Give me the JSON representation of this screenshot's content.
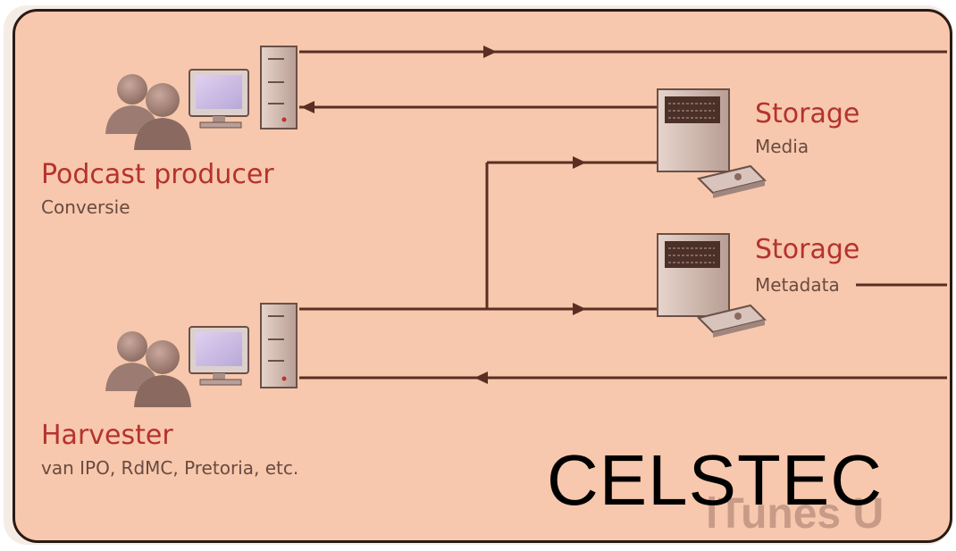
{
  "nodes": {
    "podcast_producer": {
      "title": "Podcast producer",
      "subtitle": "Conversie"
    },
    "harvester": {
      "title": "Harvester",
      "subtitle": "van IPO, RdMC, Pretoria, etc."
    },
    "storage_media": {
      "title": "Storage",
      "subtitle": "Media"
    },
    "storage_metadata": {
      "title": "Storage",
      "subtitle": "Metadata"
    }
  },
  "watermark": "CELSTEC",
  "background_label": "iTunes U",
  "colors": {
    "panel_bg": "#f7c8ad",
    "title_red": "#b5322e",
    "line_brown": "#5a2e22"
  }
}
